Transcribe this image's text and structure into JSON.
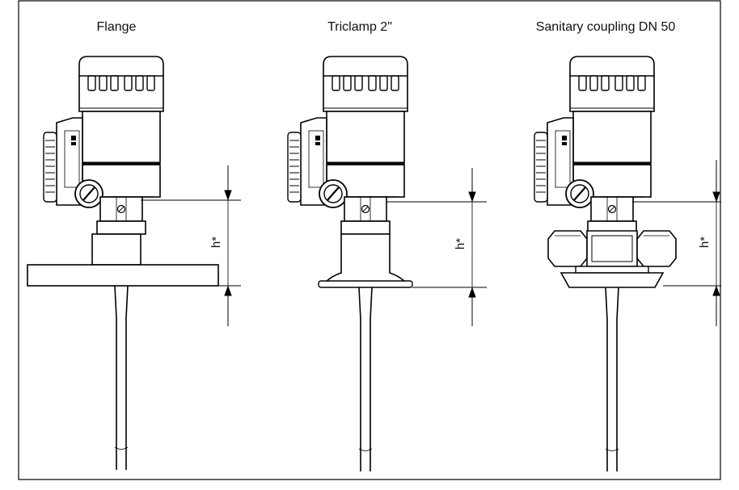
{
  "diagram": {
    "variants": [
      {
        "id": "flange",
        "label": "Flange",
        "dimension_label": "h*"
      },
      {
        "id": "triclamp",
        "label": "Triclamp 2\"",
        "dimension_label": "h*"
      },
      {
        "id": "sanitary",
        "label": "Sanitary coupling DN 50",
        "dimension_label": "h*"
      }
    ]
  }
}
